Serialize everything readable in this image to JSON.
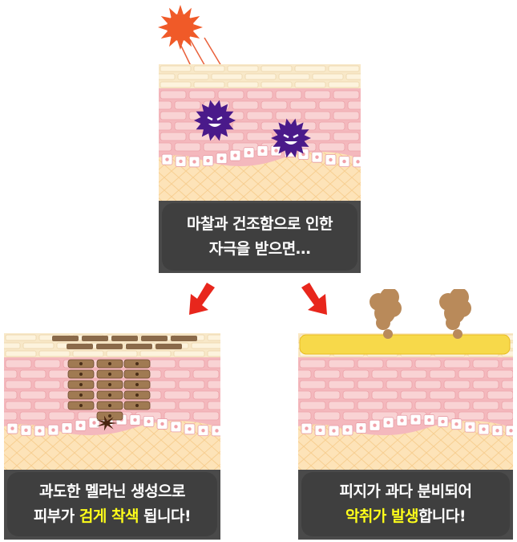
{
  "top": {
    "line1": "마찰과 건조함으로 인한",
    "line2": "자극을 받으면…"
  },
  "left": {
    "line1": "과도한 멜라닌 생성으로",
    "line2_pre": "피부가 ",
    "line2_highlight": "검게 착색",
    "line2_post": " 됩니다!"
  },
  "right": {
    "line1": "피지가 과다 분비되어",
    "line2_highlight": "악취가 발생",
    "line2_post": "합니다!"
  },
  "colors": {
    "highlight": "#ffff1a",
    "caption_bg": "#3f3f3f",
    "arrow": "#e8261c",
    "sun": "#f05a28",
    "germ": "#4a1a8a",
    "melanin": "#8a6a4a",
    "sebum": "#f7d94a",
    "odor": "#b98a5a"
  }
}
